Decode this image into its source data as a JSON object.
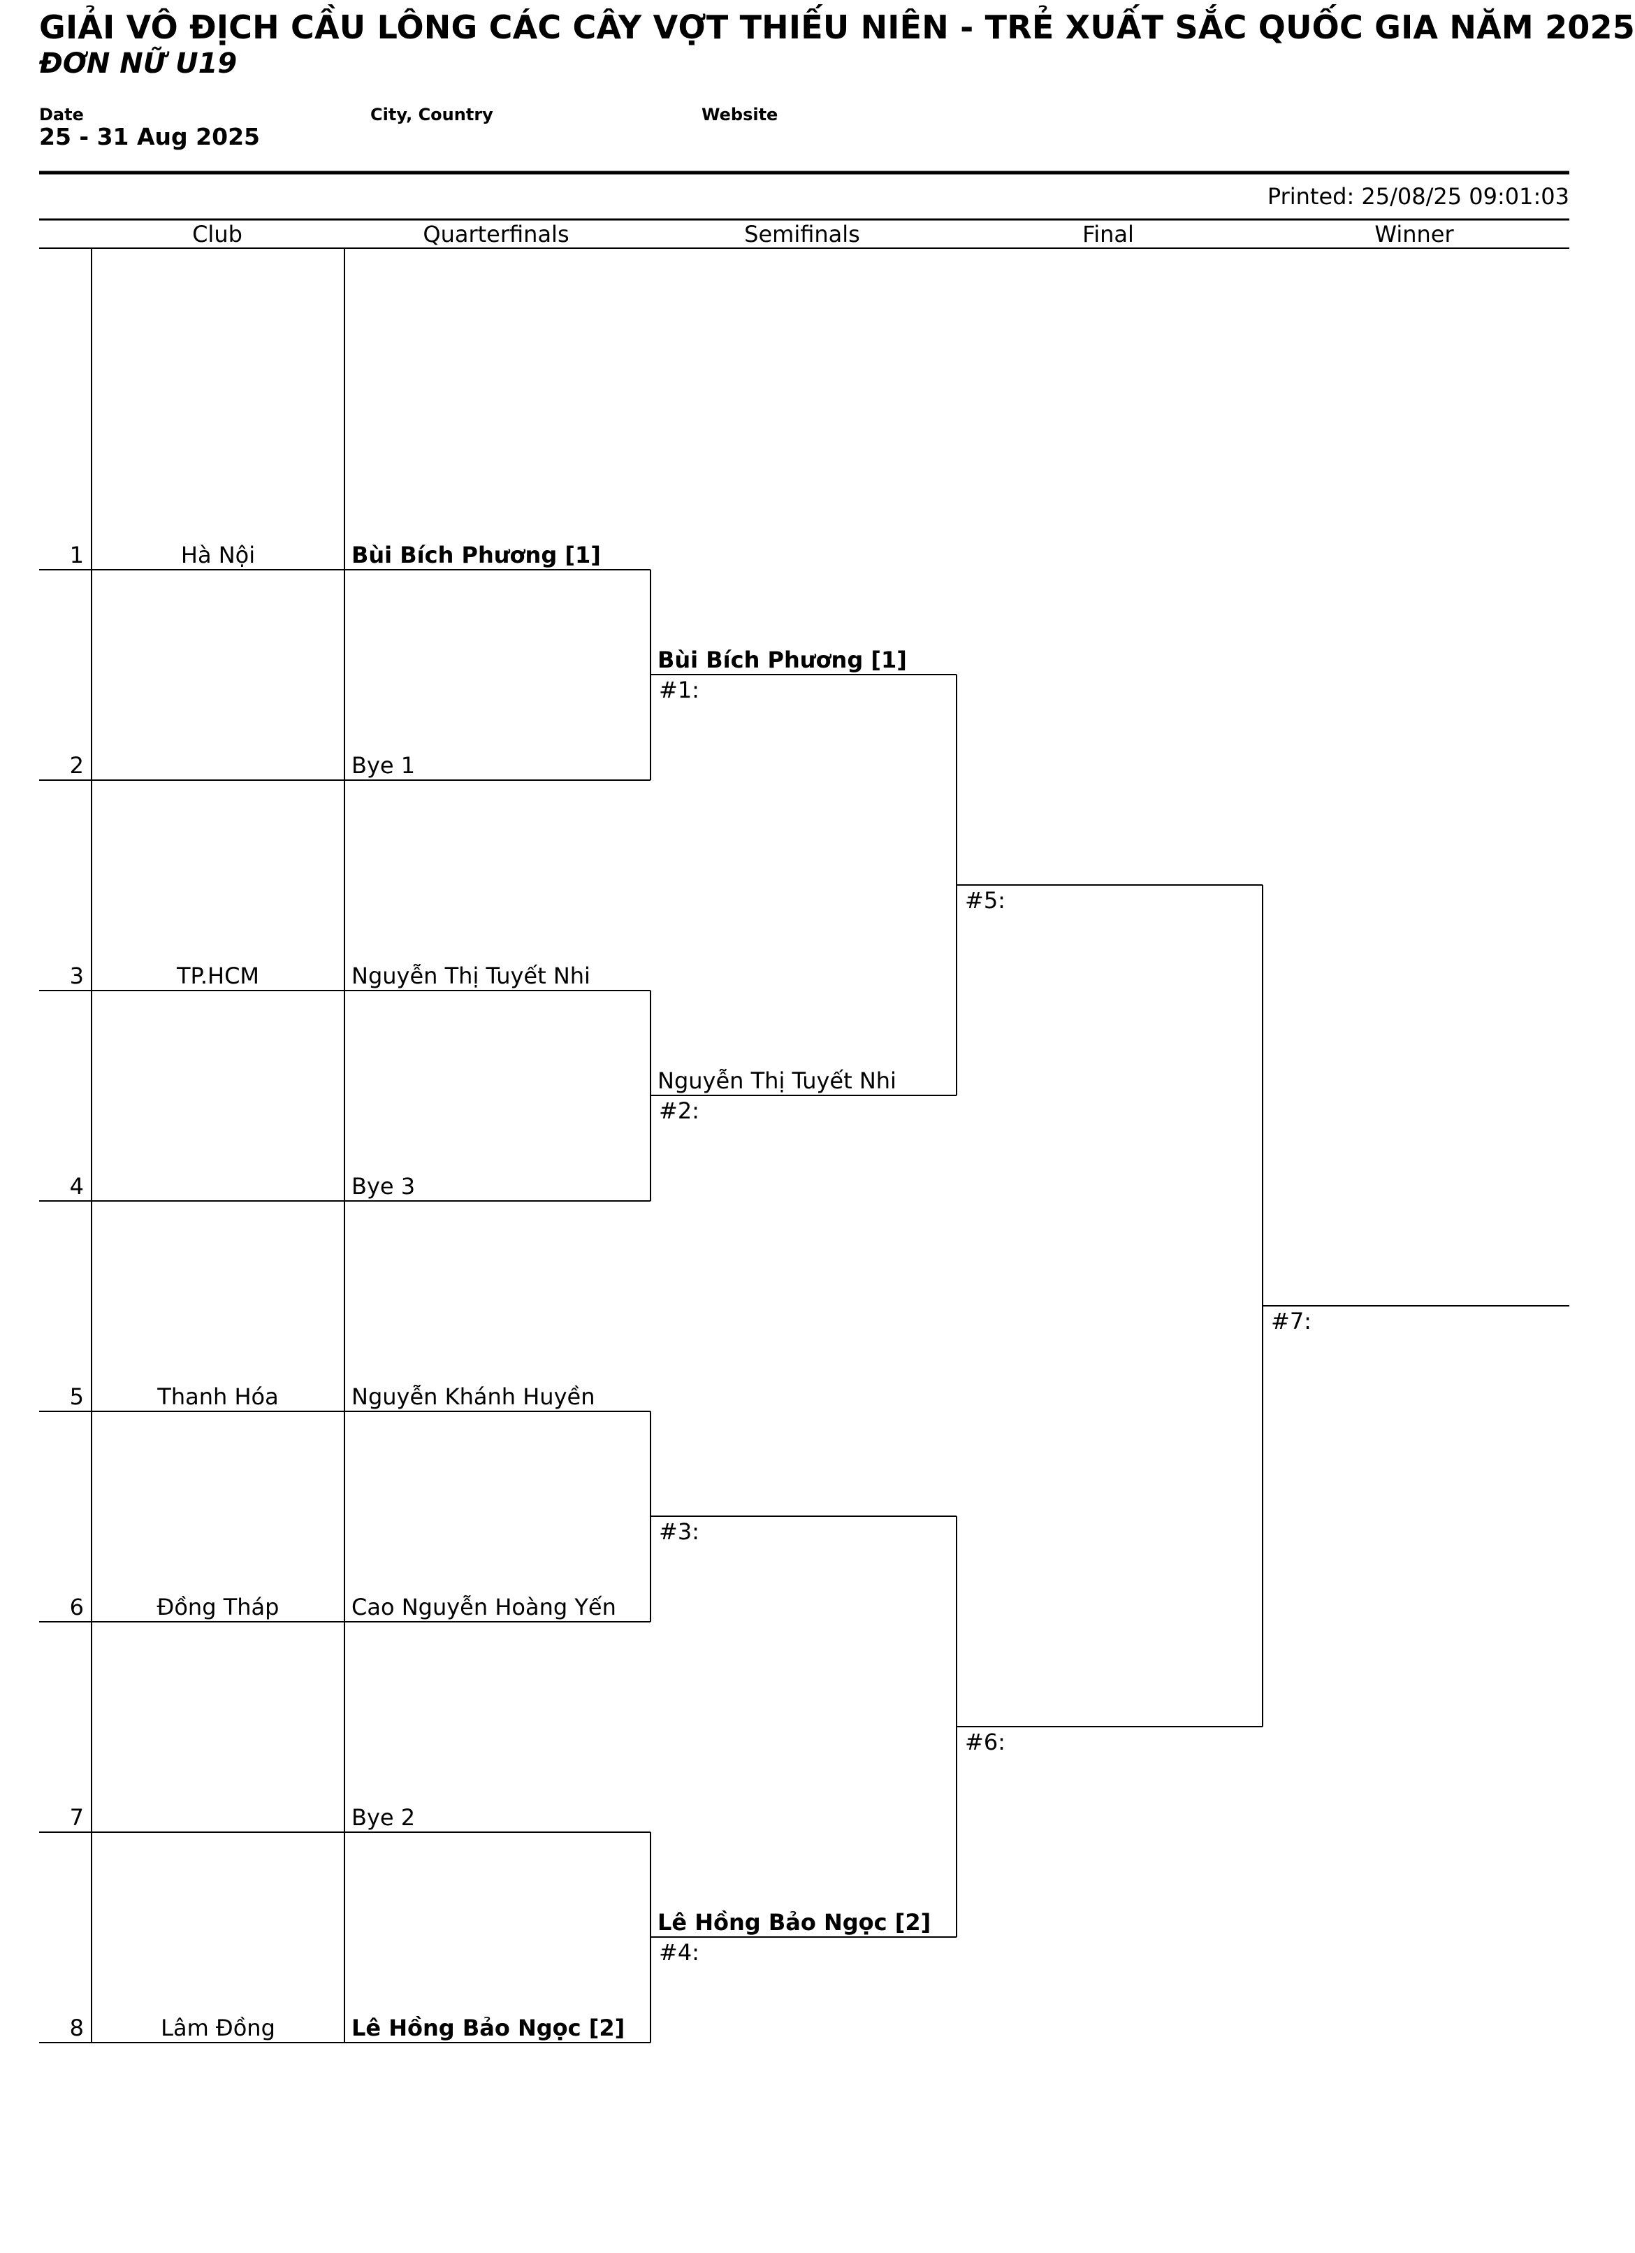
{
  "header": {
    "title": "GIẢI VÔ ĐỊCH CẦU LÔNG CÁC CÂY VỢT THIẾU NIÊN - TRẺ XUẤT SẮC QUỐC GIA NĂM 2025",
    "event": "ĐƠN NỮ U19",
    "date_label": "Date",
    "date_value": "25 - 31 Aug 2025",
    "location_label": "City, Country",
    "website_label": "Website",
    "printed": "Printed: 25/08/25 09:01:03"
  },
  "columns": {
    "club": "Club",
    "quarterfinals": "Quarterfinals",
    "semifinals": "Semifinals",
    "final": "Final",
    "winner": "Winner"
  },
  "draw": [
    {
      "pos": "1",
      "club": "Hà Nội",
      "player": "Bùi Bích Phương [1]"
    },
    {
      "pos": "2",
      "club": "",
      "player": "Bye 1"
    },
    {
      "pos": "3",
      "club": "TP.HCM",
      "player": "Nguyễn Thị Tuyết Nhi"
    },
    {
      "pos": "4",
      "club": "",
      "player": "Bye 3"
    },
    {
      "pos": "5",
      "club": "Thanh Hóa",
      "player": "Nguyễn Khánh Huyền"
    },
    {
      "pos": "6",
      "club": "Đồng Tháp",
      "player": "Cao Nguyễn Hoàng Yến"
    },
    {
      "pos": "7",
      "club": "",
      "player": "Bye 2"
    },
    {
      "pos": "8",
      "club": "Lâm Đồng",
      "player": "Lê Hồng Bảo Ngọc [2]"
    }
  ],
  "semifinals": [
    {
      "match": "#1:",
      "player": "Bùi Bích Phương [1]"
    },
    {
      "match": "#2:",
      "player": "Nguyễn Thị Tuyết Nhi"
    },
    {
      "match": "#3:",
      "player": ""
    },
    {
      "match": "#4:",
      "player": "Lê Hồng Bảo Ngọc [2]"
    }
  ],
  "final": [
    {
      "match": "#5:",
      "player": ""
    },
    {
      "match": "#6:",
      "player": ""
    }
  ],
  "winner": {
    "match": "#7:",
    "player": ""
  }
}
